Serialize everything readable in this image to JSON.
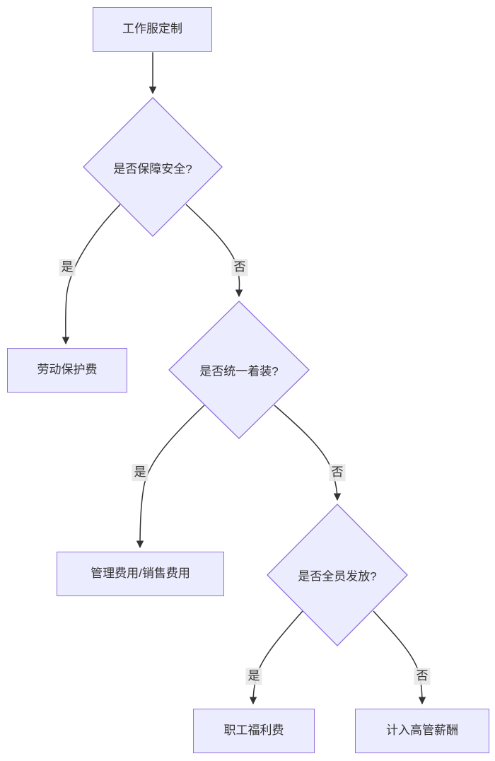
{
  "diagram": {
    "type": "flowchart",
    "direction": "top-down",
    "colors": {
      "node_fill": "#ECECFF",
      "node_border": "#9370DB",
      "edge_line": "#333333",
      "edge_label_bg": "#E8E8E8",
      "text": "#333333",
      "background": "#FFFFFF"
    },
    "nodes": [
      {
        "id": "start",
        "shape": "rect",
        "label": "工作服定制"
      },
      {
        "id": "q-safety",
        "shape": "diamond",
        "label": "是否保障安全?"
      },
      {
        "id": "labor-protection",
        "shape": "rect",
        "label": "劳动保护费"
      },
      {
        "id": "q-uniform",
        "shape": "diamond",
        "label": "是否统一着装?"
      },
      {
        "id": "admin-sales-expense",
        "shape": "rect",
        "label": "管理费用/销售费用"
      },
      {
        "id": "q-all-staff",
        "shape": "diamond",
        "label": "是否全员发放?"
      },
      {
        "id": "staff-welfare",
        "shape": "rect",
        "label": "职工福利费"
      },
      {
        "id": "exec-compensation",
        "shape": "rect",
        "label": "计入高管薪酬"
      }
    ],
    "edges": [
      {
        "from": "start",
        "to": "q-safety",
        "label": ""
      },
      {
        "from": "q-safety",
        "to": "labor-protection",
        "label": "是"
      },
      {
        "from": "q-safety",
        "to": "q-uniform",
        "label": "否"
      },
      {
        "from": "q-uniform",
        "to": "admin-sales-expense",
        "label": "是"
      },
      {
        "from": "q-uniform",
        "to": "q-all-staff",
        "label": "否"
      },
      {
        "from": "q-all-staff",
        "to": "staff-welfare",
        "label": "是"
      },
      {
        "from": "q-all-staff",
        "to": "exec-compensation",
        "label": "否"
      }
    ]
  }
}
